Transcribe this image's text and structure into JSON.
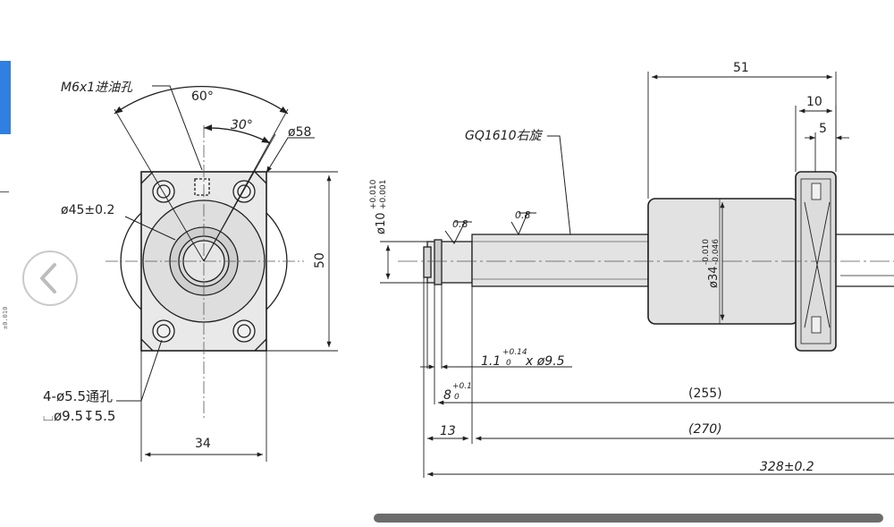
{
  "colors": {
    "line": "#1f1f1f",
    "fill": "#e3e3e3",
    "centerline": "#555555",
    "accent": "#2f80e0",
    "scrollbar": "#6c6c6c"
  },
  "ui": {
    "prev_icon": "chevron-left-icon",
    "edge_label": "±0.010"
  },
  "flange_view": {
    "oil_hole": "M6x1进油孔",
    "angle_60": "60°",
    "angle_30": "30°",
    "dia_58": "ø58",
    "dia_45": "ø45±0.2",
    "height_50": "50",
    "width_34": "34",
    "holes_line1": "4-ø5.5通孔",
    "holes_line2": "⌴ø9.5↧5.5"
  },
  "shaft_view": {
    "model": "GQ1610右旋",
    "len_51": "51",
    "len_10": "10",
    "len_5": "5",
    "roughness_1": "0.8",
    "roughness_2": "0.8",
    "dia_10_base": "ø10",
    "dia_10_upper": "+0.010",
    "dia_10_lower": "+0.001",
    "dia_34_base": "ø34",
    "dia_34_upper": "-0.010",
    "dia_34_lower": "-0.046",
    "groove_base": "1.1",
    "groove_upper": "+0.14",
    "groove_lower": "0",
    "groove_suffix": "x ø9.5",
    "len_8": "8",
    "len_8_upper": "+0.1",
    "len_8_lower": "0",
    "len_255": "(255)",
    "len_13": "13",
    "len_270": "(270)",
    "len_328": "328±0.2"
  }
}
